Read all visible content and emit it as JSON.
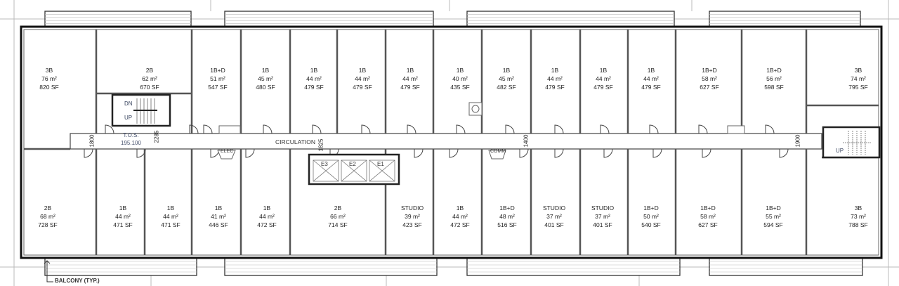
{
  "top_units": [
    {
      "type": "3B",
      "area_m2": "76 m²",
      "area_sf": "820 SF"
    },
    {
      "type": "2B",
      "area_m2": "62 m²",
      "area_sf": "670 SF"
    },
    {
      "type": "1B+D",
      "area_m2": "51 m²",
      "area_sf": "547 SF"
    },
    {
      "type": "1B",
      "area_m2": "45 m²",
      "area_sf": "480 SF"
    },
    {
      "type": "1B",
      "area_m2": "44 m²",
      "area_sf": "479 SF"
    },
    {
      "type": "1B",
      "area_m2": "44 m²",
      "area_sf": "479 SF"
    },
    {
      "type": "1B",
      "area_m2": "44 m²",
      "area_sf": "479 SF"
    },
    {
      "type": "1B",
      "area_m2": "40 m²",
      "area_sf": "435 SF"
    },
    {
      "type": "1B",
      "area_m2": "45 m²",
      "area_sf": "482 SF"
    },
    {
      "type": "1B",
      "area_m2": "44 m²",
      "area_sf": "479 SF"
    },
    {
      "type": "1B",
      "area_m2": "44 m²",
      "area_sf": "479 SF"
    },
    {
      "type": "1B",
      "area_m2": "44 m²",
      "area_sf": "479 SF"
    },
    {
      "type": "1B+D",
      "area_m2": "58 m²",
      "area_sf": "627 SF"
    },
    {
      "type": "1B+D",
      "area_m2": "56 m²",
      "area_sf": "598 SF"
    },
    {
      "type": "3B",
      "area_m2": "74 m²",
      "area_sf": "795 SF"
    }
  ],
  "bottom_units": [
    {
      "type": "2B",
      "area_m2": "68 m²",
      "area_sf": "728 SF"
    },
    {
      "type": "1B",
      "area_m2": "44 m²",
      "area_sf": "471 SF"
    },
    {
      "type": "1B",
      "area_m2": "44 m²",
      "area_sf": "471 SF"
    },
    {
      "type": "1B",
      "area_m2": "41 m²",
      "area_sf": "446 SF"
    },
    {
      "type": "1B",
      "area_m2": "44 m²",
      "area_sf": "472 SF"
    },
    {
      "type": "2B",
      "area_m2": "66 m²",
      "area_sf": "714 SF"
    },
    {
      "type": "STUDIO",
      "area_m2": "39 m²",
      "area_sf": "423 SF"
    },
    {
      "type": "1B",
      "area_m2": "44 m²",
      "area_sf": "472 SF"
    },
    {
      "type": "1B+D",
      "area_m2": "48 m²",
      "area_sf": "516 SF"
    },
    {
      "type": "STUDIO",
      "area_m2": "37 m²",
      "area_sf": "401 SF"
    },
    {
      "type": "STUDIO",
      "area_m2": "37 m²",
      "area_sf": "401 SF"
    },
    {
      "type": "1B+D",
      "area_m2": "50 m²",
      "area_sf": "540 SF"
    },
    {
      "type": "1B+D",
      "area_m2": "58 m²",
      "area_sf": "627 SF"
    },
    {
      "type": "1B+D",
      "area_m2": "55 m²",
      "area_sf": "594 SF"
    },
    {
      "type": "3B",
      "area_m2": "73 m²",
      "area_sf": "788 SF"
    }
  ],
  "labels": {
    "circulation": "CIRCULATION",
    "elec": "ELEC",
    "comm": "COMM",
    "elevators": [
      "E3",
      "E2",
      "E1"
    ],
    "stair_dn": "DN",
    "stair_up": "UP",
    "stair_up_east": "UP",
    "tos_label": "T.O.S.",
    "tos_value": "195.100",
    "balcony": "BALCONY (TYP.)"
  },
  "dimensions": {
    "d1": "1800",
    "d2": "2285",
    "d3": "1825",
    "d4": "1400",
    "d5": "1900"
  }
}
